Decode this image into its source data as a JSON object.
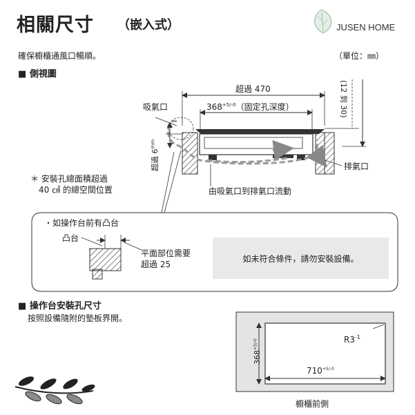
{
  "header": {
    "title": "相關尺寸",
    "subtitle": "（嵌入式）",
    "brand": "JUSEN HOME"
  },
  "notes": {
    "ventilation": "確保櫥櫃通風口暢順。",
    "unit": "（單位：㎜）"
  },
  "side_view": {
    "heading": "側視圖",
    "width_label": "超過 470",
    "depth_main": "368",
    "depth_tol": "+5/-0",
    "depth_note": "（固定孔深度）",
    "intake_label": "吸氣口",
    "exhaust_label": "排氣口",
    "flow_label": "由吸氣口到排氣口流動",
    "side_gap_label": "(12 到 30)",
    "height_label": "超過 6",
    "height_tol": "mm",
    "area_line1": "＊ 安裝孔總面積超過",
    "area_line2": "40 ㎠ 的總空間位置"
  },
  "callout": {
    "bullet": "・如操作台前有凸台",
    "ledge_label": "凸台",
    "flat_line1": "平面部位需要",
    "flat_line2": "超過 25",
    "warning": "如未符合條件，請勿安裝設備。"
  },
  "cutout": {
    "heading": "操作台安裝孔尺寸",
    "instruction": "按照設備隨附的墊板界開。",
    "radius_label": "R3",
    "radius_tol": "-1",
    "height_main": "368",
    "height_tol": "+5/-0",
    "width_main": "710",
    "width_tol": "+5/-0",
    "front_label": "櫥櫃前側"
  }
}
